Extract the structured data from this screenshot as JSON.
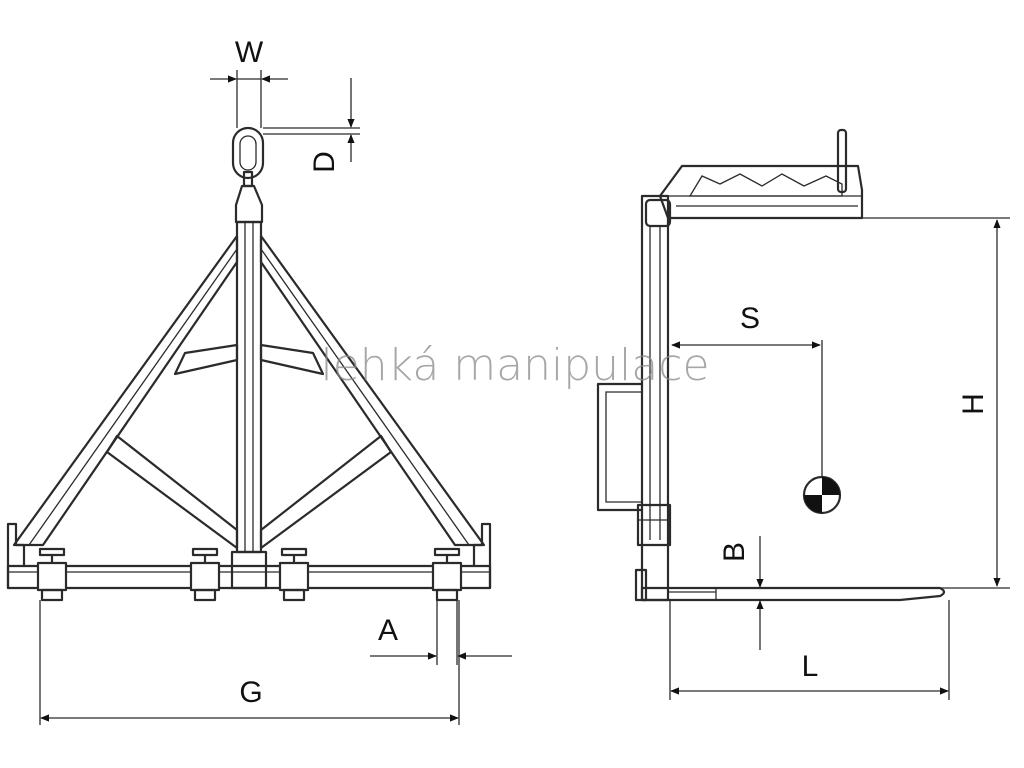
{
  "watermark": "lehká manipulace",
  "labels": {
    "W": "W",
    "D": "D",
    "A": "A",
    "G": "G",
    "S": "S",
    "H": "H",
    "B": "B",
    "L": "L"
  },
  "colors": {
    "line": "#2b2b2b",
    "background": "#ffffff",
    "watermark": "#8a8a8a"
  }
}
